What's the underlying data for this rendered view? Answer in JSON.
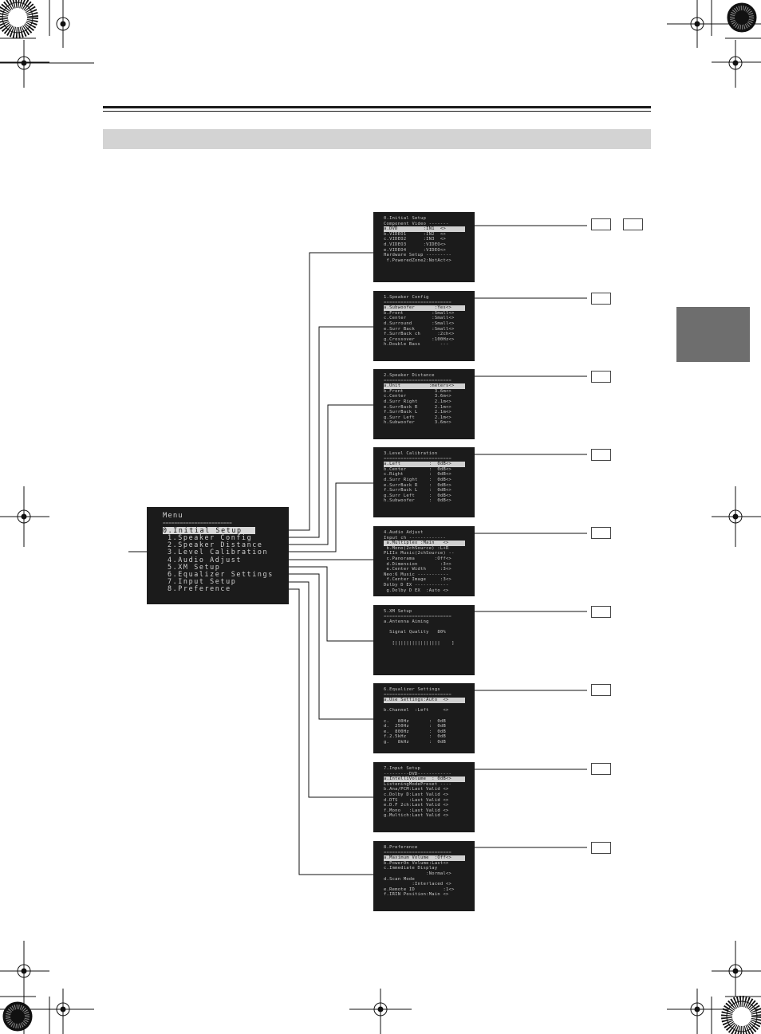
{
  "menu": {
    "title": "Menu",
    "separator": "========================",
    "items": [
      {
        "label": "0.Initial Setup",
        "highlighted": true
      },
      {
        "label": "1.Speaker Config"
      },
      {
        "label": "2.Speaker Distance"
      },
      {
        "label": "3.Level Calibration"
      },
      {
        "label": "4.Audio Adjust"
      },
      {
        "label": "5.XM Setup"
      },
      {
        "label": "6.Equalizer Settings"
      },
      {
        "label": "7.Input Setup"
      },
      {
        "label": "8.Preference"
      }
    ]
  },
  "screens": [
    {
      "lines": [
        {
          "t": "0.Initial Setup"
        },
        {
          "t": "Component Video -------"
        },
        {
          "t": "a.DVD         :IN1  <>",
          "hl": true
        },
        {
          "t": "b.VIDEO1      :IN2  <>"
        },
        {
          "t": "c.VIDEO2      :IN3  <>"
        },
        {
          "t": "d.VIDEO3      :VIDEO<>"
        },
        {
          "t": "e.VIDEO4      :VIDEO<>"
        },
        {
          "t": "Hardware Setup ---------"
        },
        {
          "t": " f.PoweredZone2:NotAct<>"
        }
      ]
    },
    {
      "lines": [
        {
          "t": "1.Speaker Config"
        },
        {
          "t": "========================",
          "sep": true
        },
        {
          "t": "a.Subwoofer       :Yes<>",
          "hl": true
        },
        {
          "t": "b.Front          :Small<>"
        },
        {
          "t": "c.Center         :Small<>"
        },
        {
          "t": "d.Surround       :Small<>"
        },
        {
          "t": "e.Surr Back      :Small<>"
        },
        {
          "t": "f.SurrBack ch      :2ch<>"
        },
        {
          "t": "g.Crossover      :100Hz<>"
        },
        {
          "t": "h.Double Bass       ---"
        }
      ]
    },
    {
      "lines": [
        {
          "t": "2.Speaker Distance"
        },
        {
          "t": "========================",
          "sep": true
        },
        {
          "t": "a.Unit          :meters<>",
          "hl": true
        },
        {
          "t": "b.Front           3.6m<>"
        },
        {
          "t": "c.Center          3.6m<>"
        },
        {
          "t": "d.Surr Right      2.1m<>"
        },
        {
          "t": "e.SurrBack R      2.1m<>"
        },
        {
          "t": "f.SurrBack L      2.1m<>"
        },
        {
          "t": "g.Surr Left       2.1m<>"
        },
        {
          "t": "h.Subwoofer       3.6m<>"
        }
      ]
    },
    {
      "lines": [
        {
          "t": "3.Level Calibration"
        },
        {
          "t": "========================",
          "sep": true
        },
        {
          "t": "a.Left          :  0dB<>",
          "hl": true
        },
        {
          "t": "b.Center        :  0dB<>"
        },
        {
          "t": "c.Right         :  0dB<>"
        },
        {
          "t": "d.Surr Right    :  0dB<>"
        },
        {
          "t": "e.SurrBack R    :  0dB<>"
        },
        {
          "t": "f.SurrBack L    :  0dB<>"
        },
        {
          "t": "g.Surr Left     :  0dB<>"
        },
        {
          "t": "h.Subwoofer     :  0dB<>"
        }
      ]
    },
    {
      "lines": [
        {
          "t": "4.Audio Adjust"
        },
        {
          "t": "Input ch -------------"
        },
        {
          "t": " a.Multiplex :Main   <>",
          "hl": true
        },
        {
          "t": " b.Mono(2chSource) :L+R"
        },
        {
          "t": "PLIIx Music(2chSource) --"
        },
        {
          "t": " c.Panorama       :Off<>"
        },
        {
          "t": " d.Dimension        :3<>"
        },
        {
          "t": " e.Center Width     :3<>"
        },
        {
          "t": "Neo:6 Music -----------"
        },
        {
          "t": " f.Center Image     :3<>"
        },
        {
          "t": "Dolby D EX ------------"
        },
        {
          "t": " g.Dolby D EX  :Auto <>"
        }
      ]
    },
    {
      "lines": [
        {
          "t": "5.XM Setup"
        },
        {
          "t": "========================",
          "sep": true
        },
        {
          "t": "a.Antenna Aiming"
        },
        {
          "t": ""
        },
        {
          "t": "  Signal Quality   80%"
        },
        {
          "t": ""
        },
        {
          "t": "   [||||||||||||||||    ]"
        }
      ]
    },
    {
      "lines": [
        {
          "t": "6.Equalizer Settings"
        },
        {
          "t": "========================",
          "sep": true
        },
        {
          "t": "a.Use Settings:Auto  <>",
          "hl": true
        },
        {
          "t": ""
        },
        {
          "t": "b.Channel  :Left     <>"
        },
        {
          "t": ""
        },
        {
          "t": "c.   80Hz       :  0dB"
        },
        {
          "t": "d.  250Hz       :  0dB"
        },
        {
          "t": "e.  800Hz       :  0dB"
        },
        {
          "t": "f.2.5kHz        :  0dB"
        },
        {
          "t": "g.   8kHz       :  0dB"
        }
      ]
    },
    {
      "lines": [
        {
          "t": "7.Input Setup"
        },
        {
          "t": "---------DVD------------"
        },
        {
          "t": "a.IntelliVolume  : 0dB<>",
          "hl": true
        },
        {
          "t": "ListeningModePreset ----"
        },
        {
          "t": "b.Ana/PCM:Last Valid <>"
        },
        {
          "t": "c.Dolby D:Last Valid <>"
        },
        {
          "t": "d.DTS    :Last Valid <>"
        },
        {
          "t": "e.D.F 2ch:Last Valid <>"
        },
        {
          "t": "f.Mono   :Last Valid <>"
        },
        {
          "t": "g.Multich:Last Valid <>"
        }
      ]
    },
    {
      "lines": [
        {
          "t": "8.Preference"
        },
        {
          "t": "========================",
          "sep": true
        },
        {
          "t": "a.Maximum Volume  :Off<>",
          "hl": true
        },
        {
          "t": "b.PowerOn Volume:Last<>"
        },
        {
          "t": "c.Immediate Display"
        },
        {
          "t": "               :Normal<>"
        },
        {
          "t": "d.Scan Mode"
        },
        {
          "t": "          :Interlaced <>"
        },
        {
          "t": "e.Remote ID          :1<>"
        },
        {
          "t": "f.IRIN Position:Main <>"
        }
      ]
    }
  ]
}
